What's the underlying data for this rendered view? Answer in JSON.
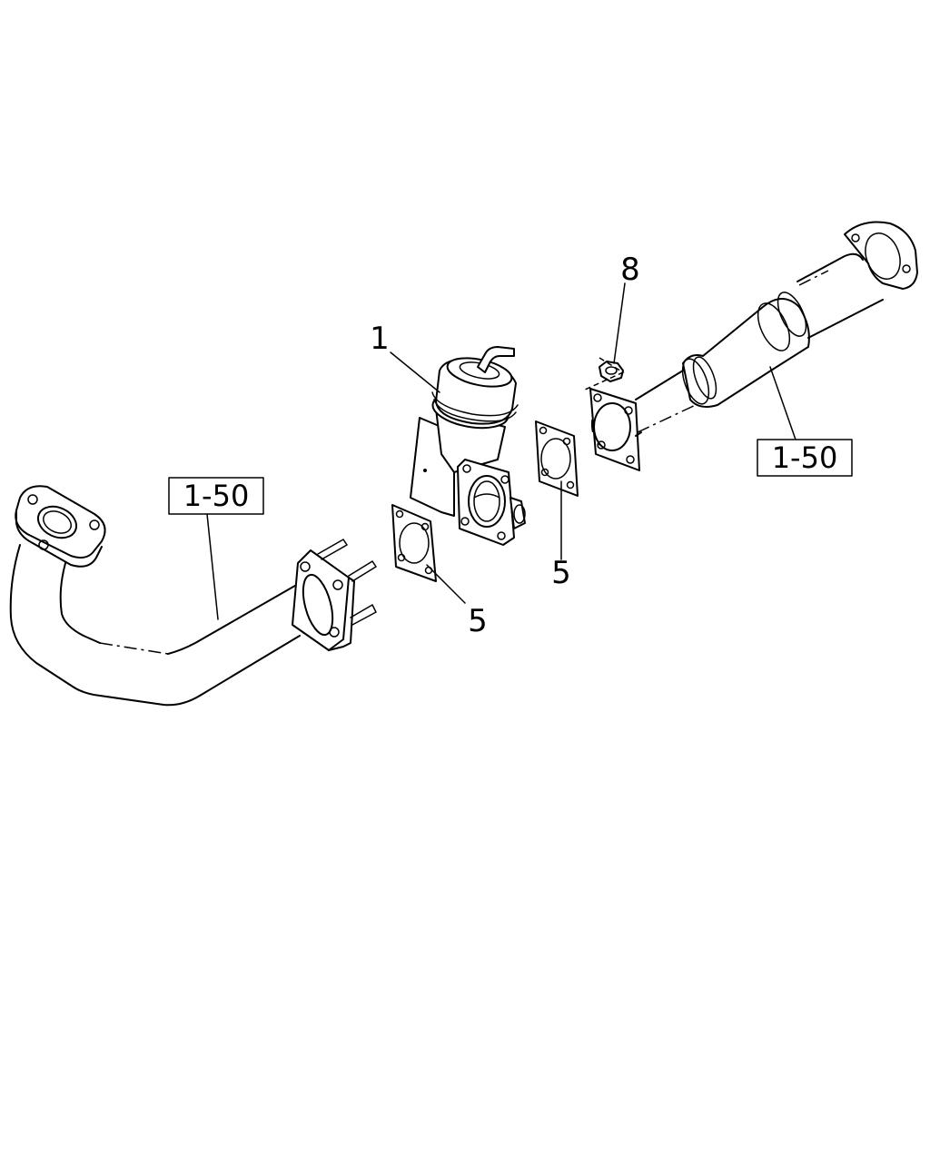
{
  "callouts": {
    "part_1": "1",
    "part_5_left": "5",
    "part_5_right": "5",
    "part_8": "8",
    "ref_left": "1-50",
    "ref_right": "1-50"
  },
  "colors": {
    "line": "#000000",
    "background": "#ffffff"
  }
}
